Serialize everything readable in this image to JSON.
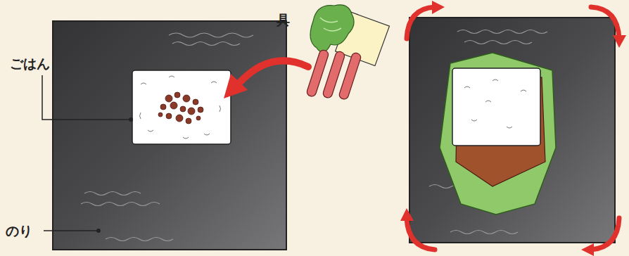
{
  "diagram": {
    "labels": [
      "具",
      "ごはん",
      "のり"
    ]
  }
}
